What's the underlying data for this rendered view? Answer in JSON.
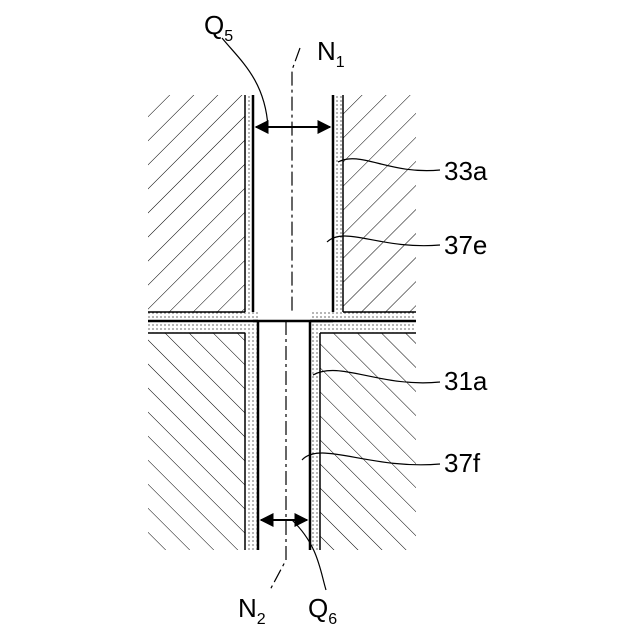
{
  "labels": {
    "q5_main": "Q",
    "q5_sub": "5",
    "n1_main": "N",
    "n1_sub": "1",
    "ref_33a": "33a",
    "ref_37e": "37e",
    "ref_31a": "31a",
    "ref_37f": "37f",
    "n2_main": "N",
    "n2_sub": "2",
    "q6_main": "Q",
    "q6_sub": "6"
  },
  "colors": {
    "line": "#000000",
    "background": "#ffffff",
    "coating_dots": "#000000"
  }
}
